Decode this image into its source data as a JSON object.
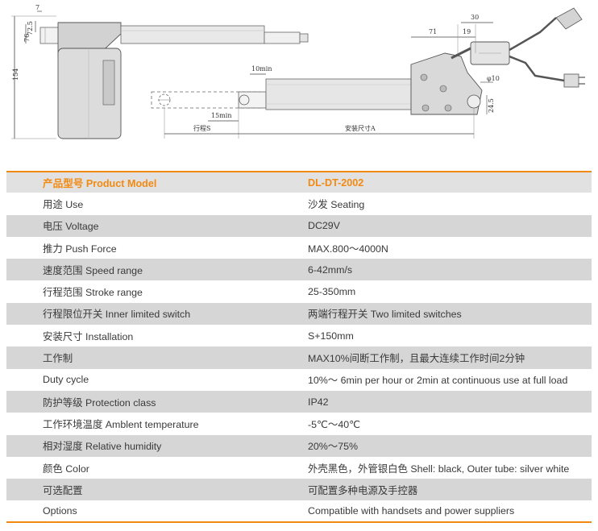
{
  "drawing_left": {
    "dims": [
      "7",
      "72.5",
      "76",
      "154"
    ]
  },
  "drawing_right": {
    "dims": [
      "30",
      "71",
      "19",
      "10min",
      "15min",
      "行程S",
      "安装尺寸A",
      "φ10",
      "24.5"
    ]
  },
  "table": {
    "header": {
      "label": "产品型号 Product Model",
      "value": "DL-DT-2002"
    },
    "rows": [
      {
        "label": "用途  Use",
        "value": "沙发  Seating",
        "shade": false
      },
      {
        "label": "电压 Voltage",
        "value": "DC29V",
        "shade": true
      },
      {
        "label": "推力 Push Force",
        "value": "MAX.800～4000N",
        "shade": false
      },
      {
        "label": "速度范围 Speed range",
        "value": "6-42mm/s",
        "shade": true
      },
      {
        "label": "行程范围 Stroke range",
        "value": "25-350mm",
        "shade": false
      },
      {
        "label": "行程限位开关 Inner limited switch",
        "value": "两端行程开关  Two limited switches",
        "shade": true
      },
      {
        "label": "安装尺寸 Installation",
        "value": "S+150mm",
        "shade": false
      },
      {
        "label": "工作制",
        "value": "MAX10%间断工作制，且最大连续工作时间2分钟",
        "shade": true
      },
      {
        "label": "Duty cycle",
        "value": "10%～ 6min per hour or 2min at continuous use at full load",
        "shade": false
      },
      {
        "label": "防护等级 Protection class",
        "value": "IP42",
        "shade": true
      },
      {
        "label": "工作环境温度 Amblent temperature",
        "value": "-5℃～40℃",
        "shade": false
      },
      {
        "label": "相对湿度 Relative humidity",
        "value": "20%～75%",
        "shade": true
      },
      {
        "label": "颜色 Color",
        "value": "外壳黑色，外管银白色 Shell: black, Outer tube: silver white",
        "shade": false
      },
      {
        "label": "可选配置",
        "value": "可配置多种电源及手控器",
        "shade": true
      },
      {
        "label": "Options",
        "value": "Compatible with handsets and power suppliers",
        "shade": false
      }
    ]
  },
  "colors": {
    "accent": "#f28a12",
    "shade": "#d6d6d6",
    "header_bg": "#e1e1e1"
  }
}
